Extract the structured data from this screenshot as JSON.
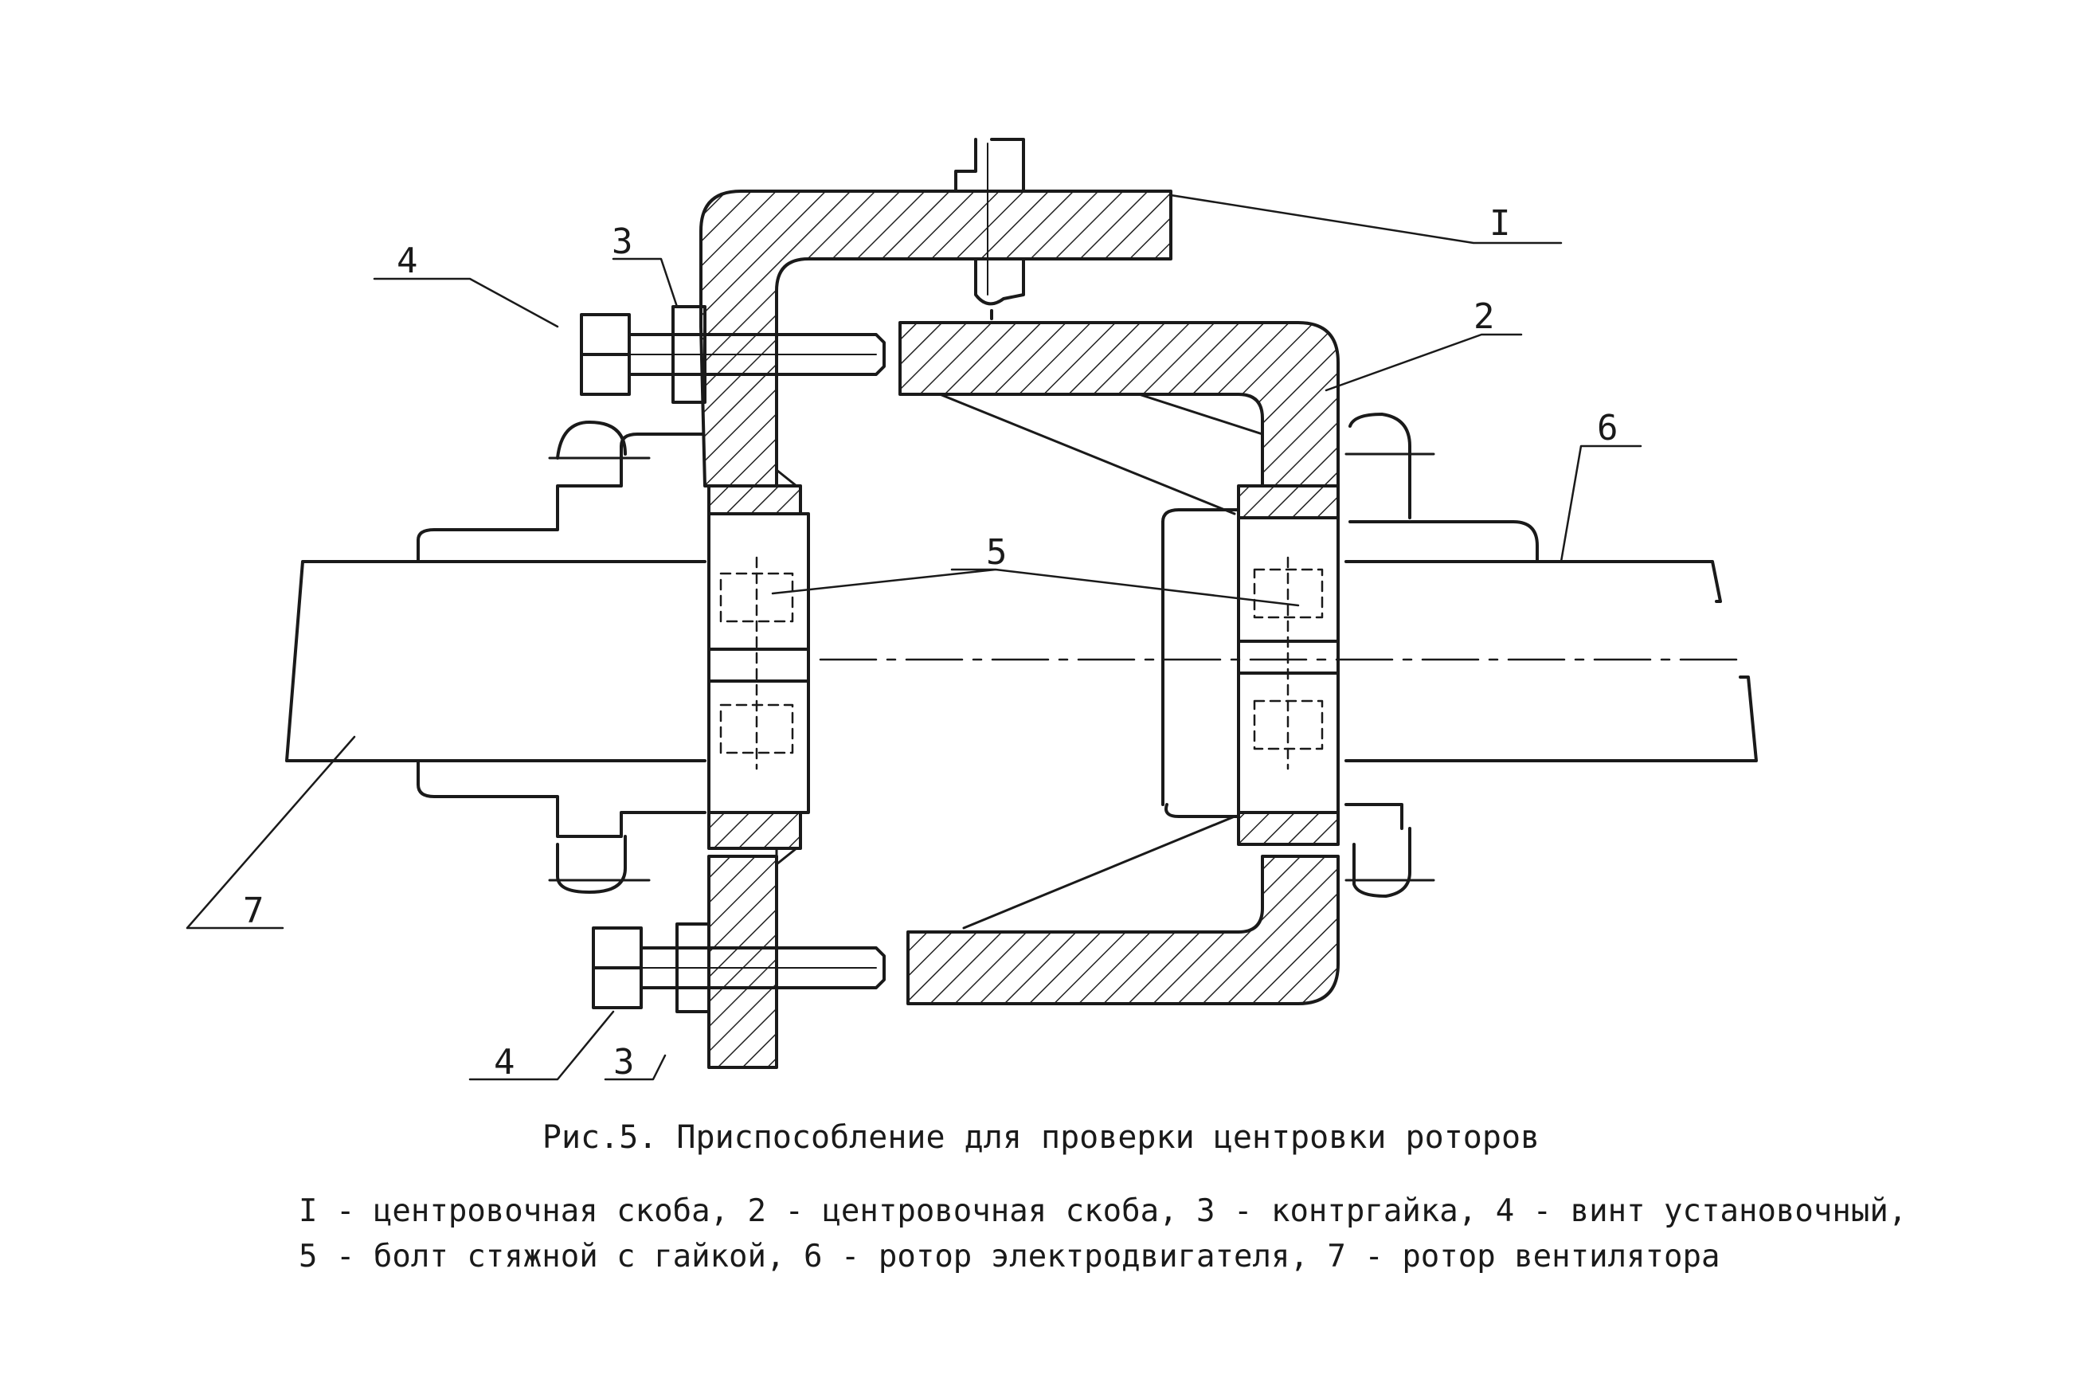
{
  "figure": {
    "caption": "Рис.5. Приспособление для проверки центровки роторов",
    "callouts": {
      "bracket1": "I",
      "bracket2": "2",
      "locknut_top": "3",
      "screw_top": "4",
      "bolts": "5",
      "motor_rotor": "6",
      "fan_rotor": "7",
      "screw_bottom": "4",
      "locknut_bottom": "3"
    },
    "legend": {
      "line1": "I - центровочная скоба,  2 - центровочная скоба,  3 - контргайка,  4 - винт установочный,",
      "line2": "5 - болт стяжной с гайкой,  6 - ротор электродвигателя,  7 - ротор вентилятора"
    }
  }
}
